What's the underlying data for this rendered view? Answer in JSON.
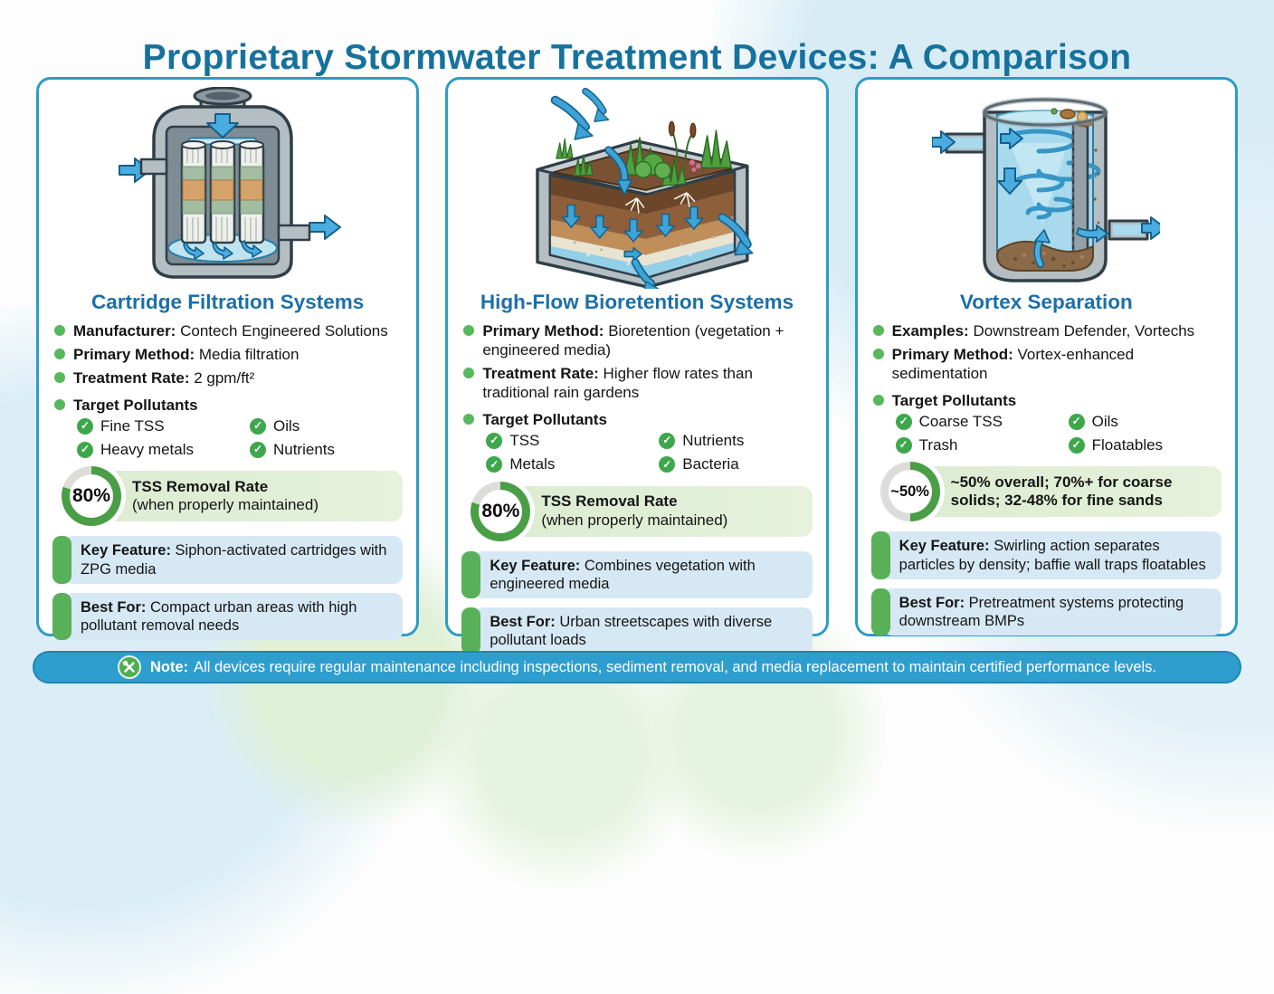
{
  "theme": {
    "title_color": "#16719c",
    "card_border": "#2e9cc3",
    "column_title_color": "#1c6fa6",
    "bullet_green": "#57b85c",
    "check_green": "#3fa74b",
    "donut_green": "#4a9e45",
    "donut_track": "#dcdcd9",
    "rate_pill_bg": "#dcebd1",
    "feature_box_bg": "#d6e8f4",
    "feature_accent_green": "#58b058",
    "note_bar_bg": "#2e9ecf",
    "arrow_blue": "#49ade0"
  },
  "page": {
    "title": "Proprietary Stormwater Treatment Devices: A Comparison"
  },
  "columns": [
    {
      "title": "Cartridge Filtration Systems",
      "illustration": "cartridge-filtration-vault",
      "bullets": [
        {
          "label": "Manufacturer:",
          "text": "Contech Engineered Solutions"
        },
        {
          "label": "Primary Method:",
          "text": "Media filtration"
        },
        {
          "label": "Treatment Rate:",
          "text": "2 gpm/ft²"
        }
      ],
      "pollutants_heading": "Target Pollutants",
      "pollutants": [
        "Fine TSS",
        "Heavy metals",
        "Oils",
        "Nutrients"
      ],
      "rate": {
        "value": "80%",
        "percent": 80,
        "label": "TSS Removal Rate",
        "sublabel": "(when properly maintained)"
      },
      "key_feature": {
        "label": "Key Feature:",
        "text": "Siphon-activated cartridges with ZPG media"
      },
      "best_for": {
        "label": "Best For:",
        "text": "Compact urban areas with high pollutant removal needs"
      }
    },
    {
      "title": "High-Flow Bioretention Systems",
      "illustration": "high-flow-bioretention-planter",
      "bullets": [
        {
          "label": "Primary Method:",
          "text": "Bioretention (vegetation + engineered media)"
        },
        {
          "label": "Treatment Rate:",
          "text": "Higher flow rates than traditional rain gardens"
        }
      ],
      "pollutants_heading": "Target Pollutants",
      "pollutants": [
        "TSS",
        "Metals",
        "Nutrients",
        "Bacteria"
      ],
      "rate": {
        "value": "80%",
        "percent": 80,
        "label": "TSS Removal Rate",
        "sublabel": "(when properly maintained)"
      },
      "key_feature": {
        "label": "Key Feature:",
        "text": "Combines vegetation with engineered media"
      },
      "best_for": {
        "label": "Best For:",
        "text": "Urban streetscapes with diverse pollutant loads"
      }
    },
    {
      "title": "Vortex Separation",
      "illustration": "vortex-separator-cylinder",
      "bullets": [
        {
          "label": "Examples:",
          "text": "Downstream Defender, Vortechs"
        },
        {
          "label": "Primary Method:",
          "text": "Vortex-enhanced sedimentation"
        }
      ],
      "pollutants_heading": "Target Pollutants",
      "pollutants": [
        "Coarse TSS",
        "Trash",
        "Oils",
        "Floatables"
      ],
      "rate": {
        "value": "~50%",
        "percent": 50,
        "label": "~50% overall; 70%+ for coarse solids; 32-48% for fine sands",
        "sublabel": ""
      },
      "key_feature": {
        "label": "Key Feature:",
        "text": "Swirling action separates particles by density; baffie wall traps floatables"
      },
      "best_for": {
        "label": "Best For:",
        "text": "Pretreatment systems protecting downstream BMPs"
      }
    }
  ],
  "checkmark": "✓",
  "note": {
    "icon": "tools-icon",
    "label": "Note:",
    "text": "All devices require regular maintenance including inspections, sediment removal, and media replacement to maintain certified performance levels."
  }
}
